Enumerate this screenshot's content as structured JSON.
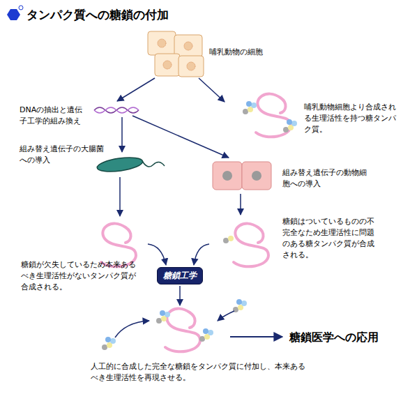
{
  "diagram": {
    "title": "タンパク質への糖鎖の付加",
    "nodes": [
      {
        "text": [
          "糖鎖工学"
        ]
      }
    ],
    "labels": [
      "哺乳動物の細胞",
      "DNAの抽出と遺伝子工学的組み換え",
      "哺乳動物細胞より合成される生理活性を持つ糖タンパク質。",
      "組み替え遺伝子の大腸菌への導入",
      "組み替え遺伝子の動物細胞への導入",
      "糖鎖はついているものの不完全なため生理活性に問題のある糖タンパク質が合成される。",
      "糖鎖が欠失しているため本来あるべき生理活性がないタンパク質が合成される。",
      "糖鎖医学への応用",
      "人工的に合成した完全な糖鎖をタンパク質に付加し、本来あるべき生理活性を再現させる。"
    ]
  }
}
